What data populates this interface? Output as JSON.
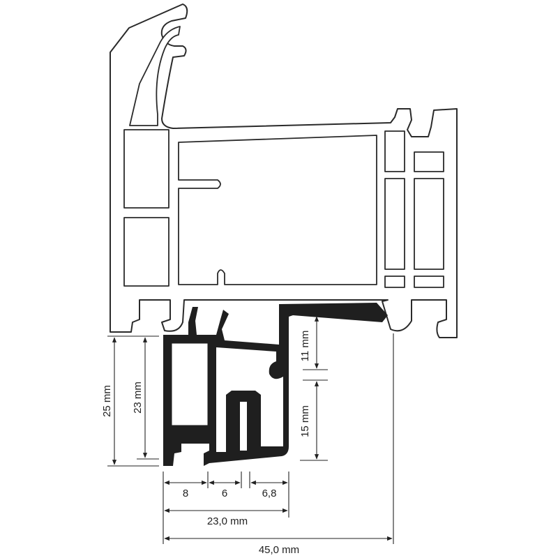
{
  "dimensions": {
    "height_outer": "25 mm",
    "height_inner": "23 mm",
    "height_upper": "11 mm",
    "height_lower": "15 mm",
    "width_part1": "8",
    "width_part2": "6",
    "width_part3": "6,8",
    "width_sub": "23,0 mm",
    "width_total": "45,0 mm"
  },
  "colors": {
    "line": "#2a2a2a",
    "fill_dark": "#1f1f1f",
    "background": "#ffffff"
  }
}
